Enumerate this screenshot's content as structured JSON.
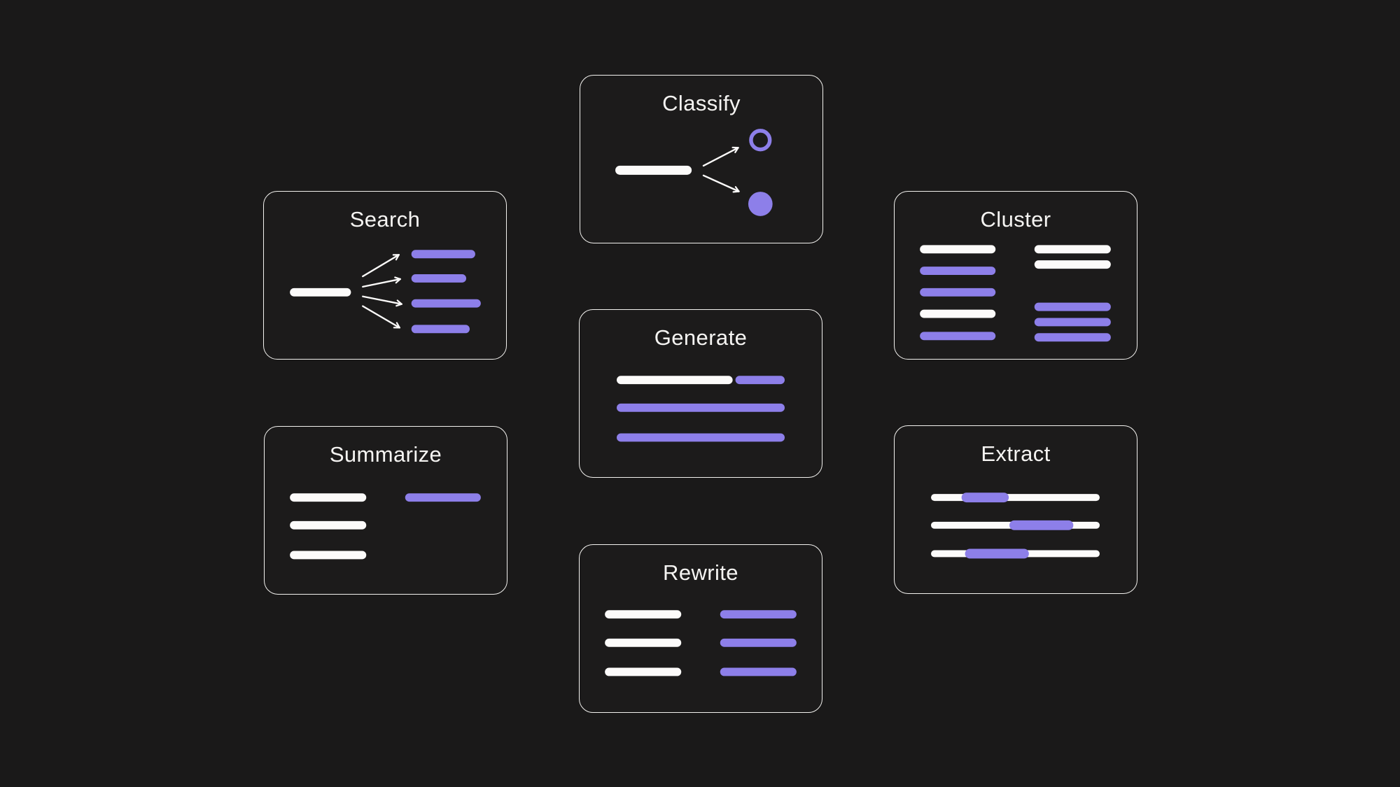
{
  "theme": {
    "background": "#1a1919",
    "card_background": "#1c1b1b",
    "card_border": "#f3f2ef",
    "accent_purple": "#8d7fe9",
    "mark_white": "#fcfbfa",
    "title_color": "#f5f4f2"
  },
  "cards": [
    {
      "id": "classify",
      "title": "Classify",
      "icon": "branch-to-categories-diagram"
    },
    {
      "id": "search",
      "title": "Search",
      "icon": "fan-out-arrows-diagram"
    },
    {
      "id": "cluster",
      "title": "Cluster",
      "icon": "grouped-lines-diagram"
    },
    {
      "id": "generate",
      "title": "Generate",
      "icon": "text-continuation-diagram"
    },
    {
      "id": "summarize",
      "title": "Summarize",
      "icon": "condensed-lines-diagram"
    },
    {
      "id": "extract",
      "title": "Extract",
      "icon": "highlighted-spans-diagram"
    },
    {
      "id": "rewrite",
      "title": "Rewrite",
      "icon": "parallel-rewrite-diagram"
    }
  ]
}
